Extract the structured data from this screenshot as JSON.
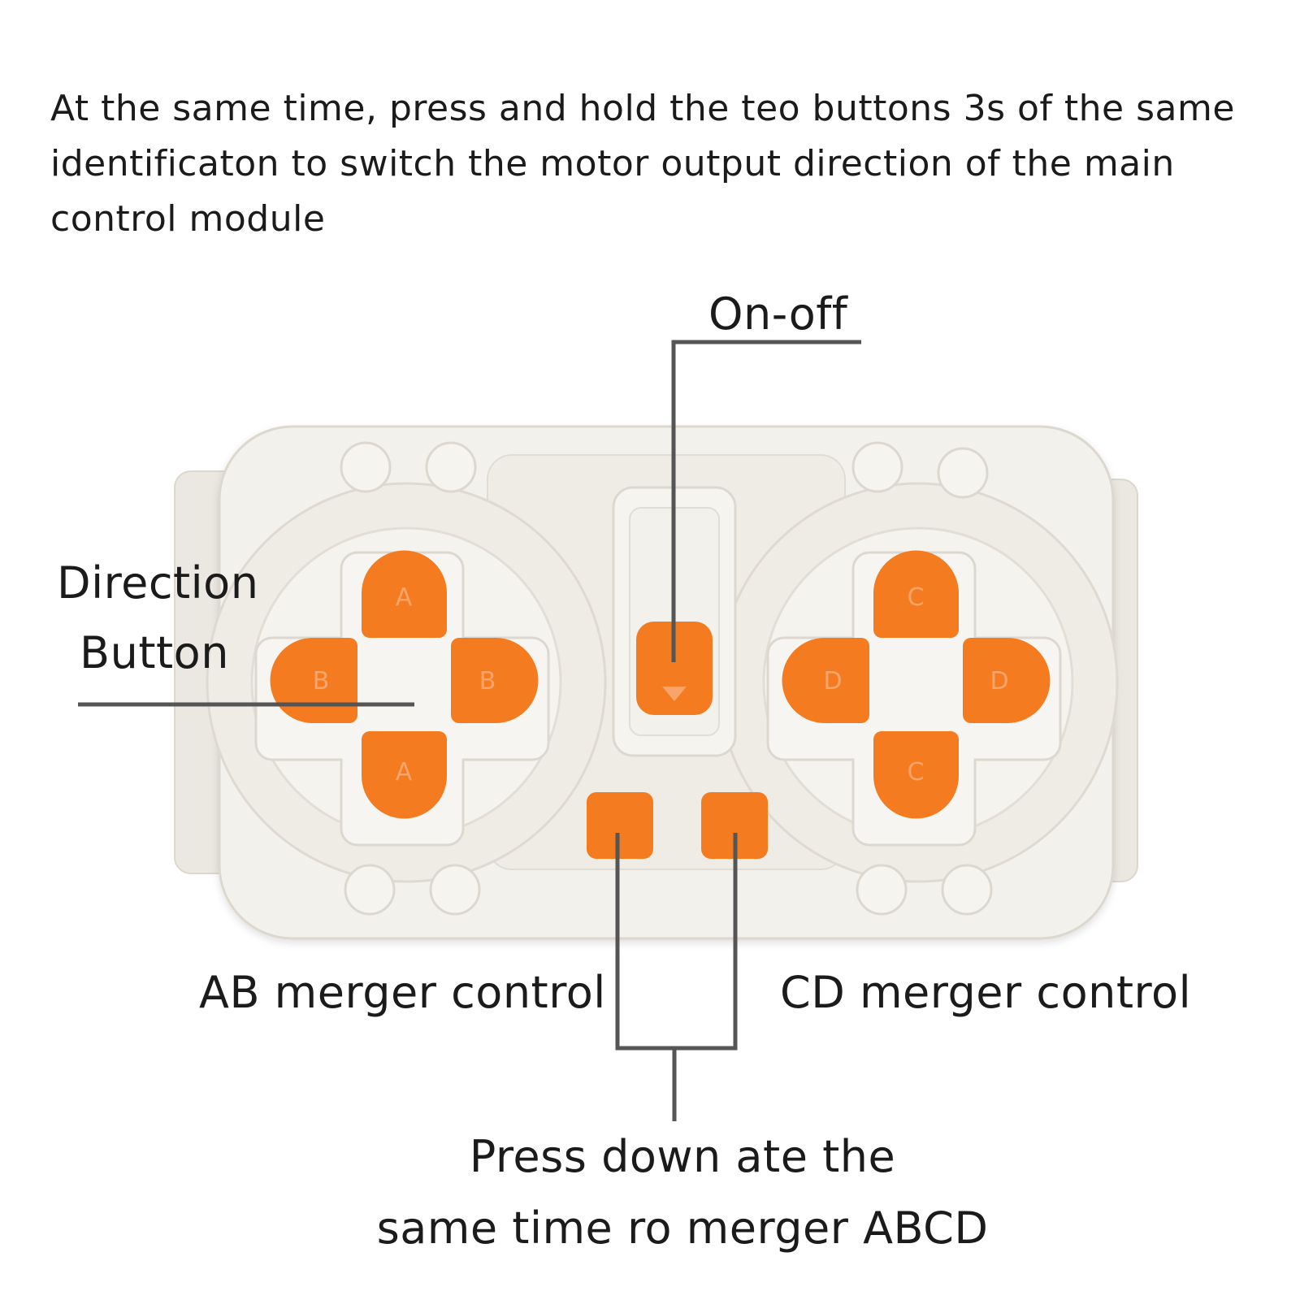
{
  "instructions": {
    "line1": "At the same time, press and hold the teo buttons 3s of the same",
    "line2": "identificaton to switch the motor output direction of the main",
    "line3": "control module"
  },
  "callouts": {
    "on_off": "On-off",
    "direction_line1": "Direction",
    "direction_line2": "Button",
    "ab_merger": "AB merger control",
    "cd_merger": "CD merger control",
    "press_line1": "Press down ate the",
    "press_line2": "same time ro merger ABCD"
  },
  "button_letters": {
    "left_up": "A",
    "left_down": "A",
    "left_left": "B",
    "left_right": "B",
    "right_up": "C",
    "right_down": "C",
    "right_left": "D",
    "right_right": "D"
  },
  "colors": {
    "button_orange": "#f47b20",
    "body_white": "#f3f1ec",
    "body_shadow": "#dcd8cf",
    "leader_line": "#555555"
  }
}
